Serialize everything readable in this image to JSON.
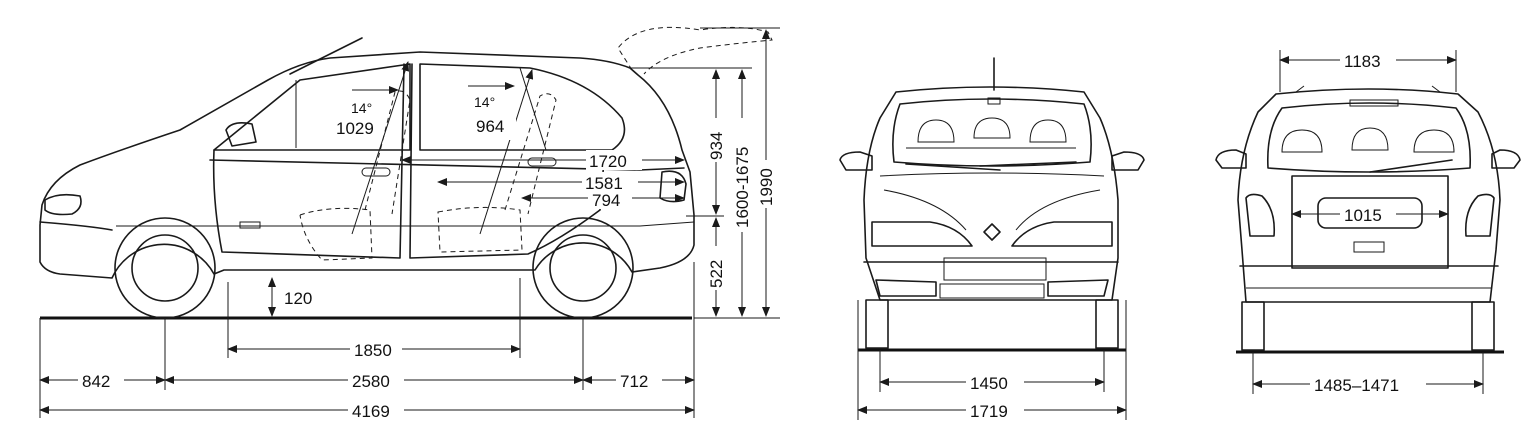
{
  "side_view": {
    "dims": {
      "front_overhang": "842",
      "wheelbase": "2580",
      "rear_overhang": "712",
      "overall_length": "4169",
      "track_length": "1850",
      "ground_clearance": "120",
      "cargo_1720": "1720",
      "cargo_1581": "1581",
      "cargo_794": "794",
      "front_seat_len": "1029",
      "rear_seat_len": "964",
      "front_seat_angle": "14°",
      "rear_seat_angle": "14°",
      "upper_height": "934",
      "lower_height": "522",
      "overall_height": "1600-1675",
      "height_with_tailgate": "1990"
    }
  },
  "front_view": {
    "dims": {
      "track": "1450",
      "width": "1719"
    }
  },
  "rear_view": {
    "dims": {
      "roof_width": "1183",
      "tailgate_width": "1015",
      "rear_track": "1485–1471"
    }
  }
}
